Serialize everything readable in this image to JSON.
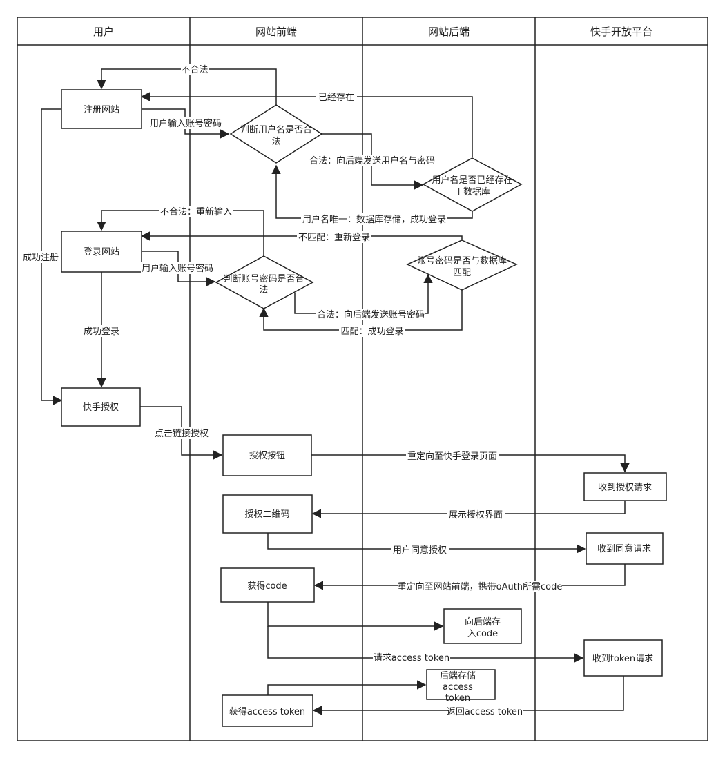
{
  "lanes": {
    "user": "用户",
    "frontend": "网站前端",
    "backend": "网站后端",
    "kuaishou": "快手开放平台"
  },
  "nodes": {
    "register": "注册网站",
    "check_username_l1": "判断用户名是否合",
    "check_username_l2": "法",
    "username_exists_l1": "用户名是否已经存在",
    "username_exists_l2": "于数据库",
    "login": "登录网站",
    "check_account_l1": "判断账号密码是否合",
    "check_account_l2": "法",
    "account_match_l1": "账号密码是否与数据库",
    "account_match_l2": "匹配",
    "kuaishou_auth": "快手授权",
    "auth_button": "授权按钮",
    "receive_auth_request": "收到授权请求",
    "auth_qrcode": "授权二维码",
    "receive_consent_request": "收到同意请求",
    "get_code": "获得code",
    "store_code_l1": "向后端存",
    "store_code_l2": "入code",
    "receive_token_request": "收到token请求",
    "store_token_l1": "后端存储",
    "store_token_l2": "access",
    "store_token_l3": "token",
    "get_access_token": "获得access token"
  },
  "edges": {
    "illegal": "不合法",
    "already_exists": "已经存在",
    "user_enter_credentials_1": "用户输入账号密码",
    "legal_send_username": "合法：向后端发送用户名与密码",
    "unique_username": "用户名唯一：数据库存储，成功登录",
    "illegal_reenter": "不合法：重新输入",
    "mismatch_relogin": "不匹配：重新登录",
    "user_enter_credentials_2": "用户输入账号密码",
    "success_register": "成功注册",
    "legal_send_account": "合法：向后端发送账号密码",
    "match_success_login": "匹配：成功登录",
    "success_login": "成功登录",
    "click_auth_link": "点击链接授权",
    "redirect_kuaishou_login": "重定向至快手登录页面",
    "show_auth_page": "展示授权界面",
    "user_consent": "用户同意授权",
    "redirect_with_code": "重定向至网站前端，携带oAuth所需code",
    "request_access_token": "请求access token",
    "return_access_token": "返回access token"
  }
}
